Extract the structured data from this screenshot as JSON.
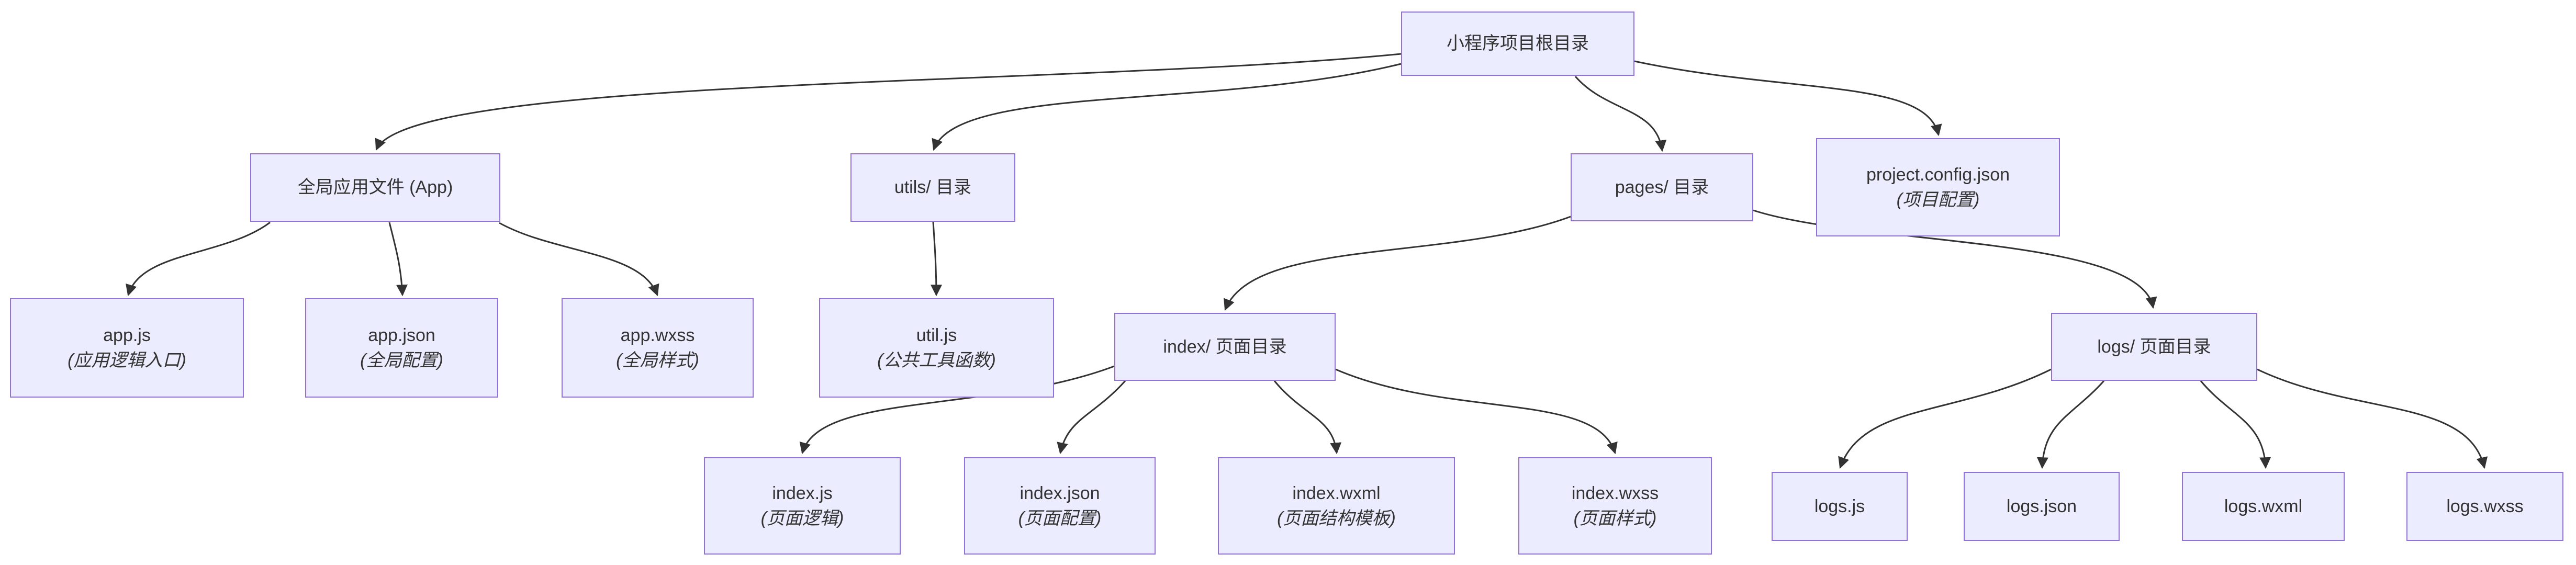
{
  "diagram": {
    "type": "flowchart",
    "direction": "top-down",
    "colors": {
      "node_fill": "#ECECFF",
      "node_border": "#9370DB",
      "edge": "#333333",
      "text": "#333333",
      "background": "#FFFFFF"
    },
    "nodes": {
      "root": {
        "title": "小程序项目根目录"
      },
      "app_global": {
        "title": "全局应用文件 (App)"
      },
      "utils_dir": {
        "title": "utils/ 目录"
      },
      "pages_dir": {
        "title": "pages/ 目录"
      },
      "project_config": {
        "title": "project.config.json",
        "subtitle": "(项目配置)"
      },
      "app_js": {
        "title": "app.js",
        "subtitle": "(应用逻辑入口)"
      },
      "app_json": {
        "title": "app.json",
        "subtitle": "(全局配置)"
      },
      "app_wxss": {
        "title": "app.wxss",
        "subtitle": "(全局样式)"
      },
      "util_js": {
        "title": "util.js",
        "subtitle": "(公共工具函数)"
      },
      "index_dir": {
        "title": "index/ 页面目录"
      },
      "logs_dir": {
        "title": "logs/ 页面目录"
      },
      "index_js": {
        "title": "index.js",
        "subtitle": "(页面逻辑)"
      },
      "index_json": {
        "title": "index.json",
        "subtitle": "(页面配置)"
      },
      "index_wxml": {
        "title": "index.wxml",
        "subtitle": "(页面结构模板)"
      },
      "index_wxss": {
        "title": "index.wxss",
        "subtitle": "(页面样式)"
      },
      "logs_js": {
        "title": "logs.js"
      },
      "logs_json": {
        "title": "logs.json"
      },
      "logs_wxml": {
        "title": "logs.wxml"
      },
      "logs_wxss": {
        "title": "logs.wxss"
      }
    },
    "edges": [
      {
        "from": "root",
        "to": "app_global"
      },
      {
        "from": "root",
        "to": "utils_dir"
      },
      {
        "from": "root",
        "to": "pages_dir"
      },
      {
        "from": "root",
        "to": "project_config"
      },
      {
        "from": "app_global",
        "to": "app_js"
      },
      {
        "from": "app_global",
        "to": "app_json"
      },
      {
        "from": "app_global",
        "to": "app_wxss"
      },
      {
        "from": "utils_dir",
        "to": "util_js"
      },
      {
        "from": "pages_dir",
        "to": "index_dir"
      },
      {
        "from": "pages_dir",
        "to": "logs_dir"
      },
      {
        "from": "index_dir",
        "to": "index_js"
      },
      {
        "from": "index_dir",
        "to": "index_json"
      },
      {
        "from": "index_dir",
        "to": "index_wxml"
      },
      {
        "from": "index_dir",
        "to": "index_wxss"
      },
      {
        "from": "logs_dir",
        "to": "logs_js"
      },
      {
        "from": "logs_dir",
        "to": "logs_json"
      },
      {
        "from": "logs_dir",
        "to": "logs_wxml"
      },
      {
        "from": "logs_dir",
        "to": "logs_wxss"
      }
    ]
  }
}
